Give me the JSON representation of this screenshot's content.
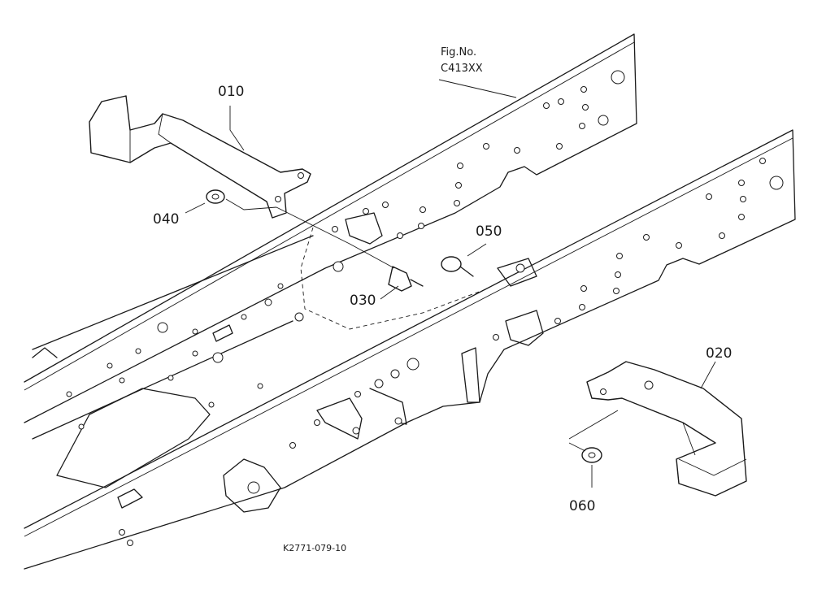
{
  "figure": {
    "fig_label": "Fig.No.",
    "fig_number": "C413XX",
    "drawing_code": "K2771-079-10"
  },
  "callouts": {
    "p010": "010",
    "p020": "020",
    "p030": "030",
    "p040": "040",
    "p050": "050",
    "p060": "060"
  },
  "colors": {
    "ink": "#1a1a1a",
    "paper": "#ffffff"
  }
}
